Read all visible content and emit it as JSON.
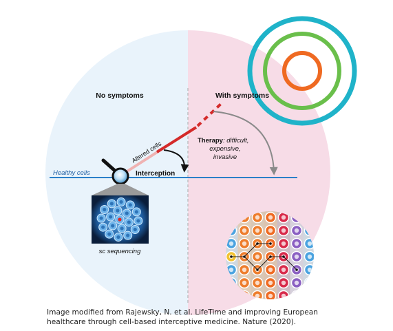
{
  "diagram": {
    "left_header": "No symptoms",
    "right_header": "With symptoms",
    "healthy_label": "Healthy cells",
    "altered_label": "Altered cells",
    "interception_label": "Interception",
    "therapy_bold": "Therapy",
    "therapy_rest": ": difficult,",
    "therapy_line2": "expensive,",
    "therapy_line3": "invasive",
    "sc_label": "sc sequencing"
  },
  "caption": {
    "line1": "Image modified from Rajewsky, N. et al. LifeTime and improving European",
    "line2": "healthcare through cell-based interceptive medicine. Nature (2020)."
  },
  "colors": {
    "left_half": "#e9f3fb",
    "right_half": "#f7dce7",
    "baseline": "#2a7fc9",
    "altered_line": "#d42a2a",
    "ring_outer": "#1fb3c9",
    "ring_middle": "#6abf4b",
    "ring_inner": "#ef6a22"
  }
}
